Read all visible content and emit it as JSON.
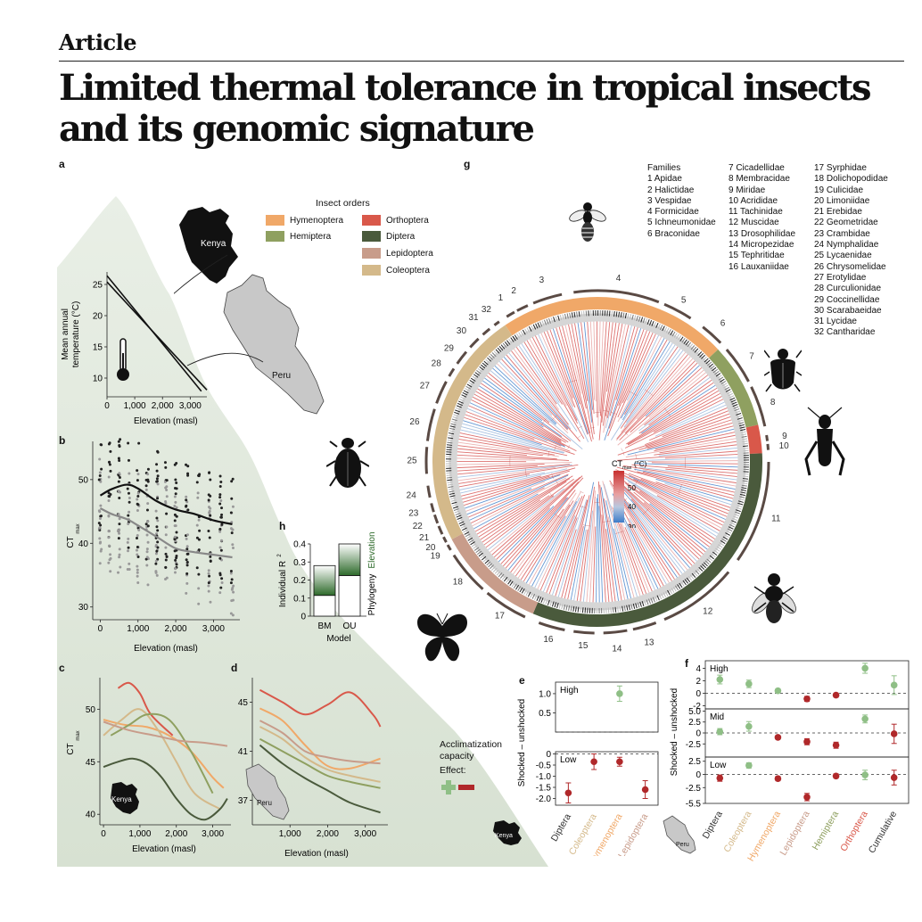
{
  "header": {
    "kicker": "Article",
    "title": "Limited thermal tolerance in tropical insects and its genomic signature"
  },
  "panels": {
    "a": "a",
    "b": "b",
    "c": "c",
    "d": "d",
    "e": "e",
    "f": "f",
    "g": "g",
    "h": "h"
  },
  "maps": {
    "kenya": "Kenya",
    "peru": "Peru"
  },
  "insect_orders": {
    "title": "Insect orders",
    "items": [
      {
        "name": "Hymenoptera",
        "color": "#f0a868"
      },
      {
        "name": "Hemiptera",
        "color": "#8fa060"
      },
      {
        "name": "Orthoptera",
        "color": "#d9584a"
      },
      {
        "name": "Diptera",
        "color": "#4a5a3c"
      },
      {
        "name": "Lepidoptera",
        "color": "#c89c8a"
      },
      {
        "name": "Coleoptera",
        "color": "#d4b98a"
      }
    ]
  },
  "families": {
    "title": "Families",
    "items": [
      "1 Apidae",
      "2 Halictidae",
      "3 Vespidae",
      "4 Formicidae",
      "5 Ichneumonidae",
      "6 Braconidae",
      "7 Cicadellidae",
      "8 Membracidae",
      "9 Miridae",
      "10 Acrididae",
      "11 Tachinidae",
      "12 Muscidae",
      "13 Drosophilidae",
      "14 Micropezidae",
      "15 Tephritidae",
      "16 Lauxaniidae",
      "17 Syrphidae",
      "18 Dolichopodidae",
      "19 Culicidae",
      "20 Limoniidae",
      "21 Erebidae",
      "22 Geometridae",
      "23 Crambidae",
      "24 Nymphalidae",
      "25 Lycaenidae",
      "26 Chrysomelidae",
      "27 Erotylidae",
      "28 Curculionidae",
      "29 Coccinellidae",
      "30 Scarabaeidae",
      "31 Lycidae",
      "32 Cantharidae"
    ]
  },
  "tree": {
    "ct_legend_title": "CT",
    "ct_legend_sub": "max",
    "ct_legend_unit": "(°C)",
    "ct_ticks": [
      "50",
      "40",
      "30"
    ],
    "ring_numbers": [
      "1",
      "2",
      "3",
      "4",
      "5",
      "6",
      "7",
      "8",
      "9",
      "10",
      "11",
      "12",
      "13",
      "14",
      "15",
      "16",
      "17",
      "18",
      "19",
      "20",
      "21",
      "22",
      "23",
      "24",
      "25",
      "26",
      "27",
      "28",
      "29",
      "30",
      "31",
      "32"
    ]
  },
  "acclimatization": {
    "line1": "Acclimatization",
    "line2": "capacity",
    "line3": "Effect:"
  },
  "chart_data": [
    {
      "id": "a",
      "type": "line",
      "xlabel": "Elevation (masl)",
      "ylabel": "Mean annual temperature (°C)",
      "xlim": [
        0,
        3600
      ],
      "ylim": [
        7,
        27
      ],
      "xticks": [
        "0",
        "1,000",
        "2,000",
        "3,000"
      ],
      "yticks": [
        "25",
        "20",
        "15",
        "10"
      ],
      "series": [
        {
          "name": "Kenya",
          "x": [
            0,
            3400
          ],
          "y": [
            26.4,
            7.9
          ]
        },
        {
          "name": "Peru",
          "x": [
            0,
            3600
          ],
          "y": [
            25.4,
            8.1
          ]
        }
      ]
    },
    {
      "id": "b",
      "type": "scatter",
      "xlabel": "Elevation (masl)",
      "ylabel": "CT",
      "ylabel_sub": "max",
      "xlim": [
        -200,
        3700
      ],
      "ylim": [
        28,
        56
      ],
      "xticks": [
        "0",
        "1,000",
        "2,000",
        "3,000"
      ],
      "yticks": [
        "50",
        "40",
        "30"
      ],
      "fits": [
        {
          "name": "Kenya",
          "x": [
            0,
            300,
            700,
            1000,
            1500,
            2000,
            2500,
            3000,
            3500
          ],
          "y": [
            47.5,
            48.5,
            49.2,
            48.6,
            46.6,
            45.3,
            44.6,
            43.6,
            43.0
          ]
        },
        {
          "name": "Peru",
          "x": [
            0,
            300,
            700,
            1000,
            1500,
            2000,
            2500,
            3000,
            3500
          ],
          "y": [
            45.5,
            44.6,
            43.8,
            42.8,
            41.0,
            39.2,
            38.6,
            38.2,
            37.8
          ]
        }
      ]
    },
    {
      "id": "c",
      "type": "line",
      "xlabel": "Elevation (masl)",
      "ylabel": "CT",
      "ylabel_sub": "max",
      "xlim": [
        -100,
        3500
      ],
      "ylim": [
        39,
        53
      ],
      "xticks": [
        "0",
        "1,000",
        "2,000",
        "3,000"
      ],
      "yticks": [
        "50",
        "45",
        "40"
      ],
      "series": [
        {
          "name": "Orthoptera",
          "x": [
            400,
            700,
            1000,
            1300,
            1900
          ],
          "y": [
            52.0,
            52.5,
            51.5,
            49.5,
            47.5
          ]
        },
        {
          "name": "Hymenoptera",
          "x": [
            0,
            600,
            1200,
            1800,
            2400,
            3000,
            3300
          ],
          "y": [
            49.0,
            48.5,
            48.3,
            47.5,
            46.0,
            43.5,
            42.5
          ]
        },
        {
          "name": "Coleoptera",
          "x": [
            0,
            500,
            1000,
            1500,
            2000,
            2500,
            3200
          ],
          "y": [
            47.5,
            49.0,
            50.0,
            48.0,
            45.0,
            42.0,
            40.5
          ]
        },
        {
          "name": "Hemiptera",
          "x": [
            200,
            700,
            1200,
            1800,
            2400,
            3000
          ],
          "y": [
            47.5,
            48.5,
            49.5,
            49.0,
            46.0,
            42.0
          ]
        },
        {
          "name": "Lepidoptera",
          "x": [
            0,
            700,
            1400,
            2100,
            2800,
            3400
          ],
          "y": [
            48.8,
            48.0,
            47.5,
            47.0,
            46.8,
            46.5
          ]
        },
        {
          "name": "Diptera",
          "x": [
            0,
            400,
            800,
            1200,
            1600,
            2000,
            2400,
            2800,
            3200,
            3400
          ],
          "y": [
            44.5,
            45.0,
            45.3,
            44.8,
            43.5,
            41.5,
            40.0,
            39.5,
            40.5,
            41.5
          ]
        }
      ]
    },
    {
      "id": "d",
      "type": "line",
      "xlabel": "Elevation (masl)",
      "ylabel": "",
      "xlim": [
        0,
        3600
      ],
      "ylim": [
        35,
        47
      ],
      "xticks": [
        "1,000",
        "2,000",
        "3,000"
      ],
      "yticks": [
        "45",
        "41",
        "37"
      ],
      "series": [
        {
          "name": "Orthoptera",
          "x": [
            200,
            800,
            1400,
            2000,
            2600,
            3200,
            3400
          ],
          "y": [
            46.0,
            45.0,
            44.0,
            44.8,
            45.8,
            44.0,
            43.0
          ]
        },
        {
          "name": "Hymenoptera",
          "x": [
            200,
            800,
            1400,
            2000,
            2600,
            3400
          ],
          "y": [
            44.5,
            43.5,
            41.5,
            39.8,
            39.6,
            40.4
          ]
        },
        {
          "name": "Lepidoptera",
          "x": [
            200,
            800,
            1400,
            2000,
            2600,
            3400
          ],
          "y": [
            43.5,
            42.5,
            41.0,
            40.5,
            40.2,
            40.0
          ]
        },
        {
          "name": "Coleoptera",
          "x": [
            200,
            800,
            1400,
            2000,
            2600,
            3400
          ],
          "y": [
            43.0,
            42.0,
            40.5,
            39.5,
            39.0,
            38.5
          ]
        },
        {
          "name": "Hemiptera",
          "x": [
            200,
            800,
            1400,
            2000,
            2600,
            3400
          ],
          "y": [
            42.0,
            41.0,
            40.0,
            39.0,
            38.5,
            38.0
          ]
        },
        {
          "name": "Diptera",
          "x": [
            200,
            800,
            1400,
            2000,
            2600,
            3400
          ],
          "y": [
            41.5,
            40.0,
            38.8,
            37.8,
            36.8,
            36.0
          ]
        }
      ]
    },
    {
      "id": "e",
      "type": "scatter",
      "ylabel": "Shocked – unshocked",
      "categories": [
        "Diptera",
        "Coleoptera",
        "Hymenoptera",
        "Lepidoptera"
      ],
      "category_colors": [
        "#333333",
        "#d4b98a",
        "#f0a868",
        "#c89c8a"
      ],
      "groups": [
        {
          "name": "High",
          "ylim": [
            0,
            1.3
          ],
          "yticks": [
            "1.0",
            "0.5"
          ],
          "values": [
            null,
            null,
            1.0,
            null
          ],
          "lo": [
            null,
            null,
            0.8,
            null
          ],
          "hi": [
            null,
            null,
            1.2,
            null
          ],
          "effect": [
            null,
            null,
            "positive",
            null
          ]
        },
        {
          "name": "Low",
          "ylim": [
            -2.3,
            0.1
          ],
          "yticks": [
            "0",
            "-0.5",
            "-1.0",
            "-1.5",
            "-2.0"
          ],
          "values": [
            -1.75,
            -0.35,
            -0.35,
            -1.6
          ],
          "lo": [
            -2.2,
            -0.7,
            -0.55,
            -2.0
          ],
          "hi": [
            -1.3,
            0.0,
            -0.15,
            -1.2
          ],
          "effect": [
            "negative",
            "negative",
            "negative",
            "negative"
          ]
        }
      ]
    },
    {
      "id": "f",
      "type": "scatter",
      "ylabel": "Shocked – unshocked",
      "categories": [
        "Diptera",
        "Coleoptera",
        "Hymenoptera",
        "Lepidoptera",
        "Hemiptera",
        "Orthoptera",
        "Cumulative"
      ],
      "category_colors": [
        "#333333",
        "#d4b98a",
        "#f0a868",
        "#c89c8a",
        "#8fa060",
        "#d9584a",
        "#333333"
      ],
      "groups": [
        {
          "name": "High",
          "ylim": [
            -2.5,
            5.2
          ],
          "yticks": [
            "4",
            "2",
            "0",
            "-2"
          ],
          "values": [
            2.2,
            1.5,
            0.4,
            -0.9,
            -0.3,
            4.0,
            1.3
          ],
          "lo": [
            1.5,
            0.9,
            0.1,
            -1.3,
            -0.6,
            3.2,
            -0.2
          ],
          "hi": [
            2.9,
            2.1,
            0.7,
            -0.5,
            0.0,
            4.8,
            2.8
          ],
          "effect": [
            "positive",
            "positive",
            "positive",
            "negative",
            "negative",
            "positive",
            "positive"
          ]
        },
        {
          "name": "Mid",
          "ylim": [
            -5.5,
            5.5
          ],
          "yticks": [
            "5.0",
            "2.5",
            "0",
            "-2.5"
          ],
          "values": [
            0.3,
            1.5,
            -1.0,
            -2.0,
            -2.8,
            3.2,
            -0.2
          ],
          "lo": [
            -0.4,
            0.4,
            -1.4,
            -2.7,
            -3.5,
            2.3,
            -2.4
          ],
          "hi": [
            1.0,
            2.6,
            -0.6,
            -1.3,
            -2.1,
            4.1,
            2.0
          ],
          "effect": [
            "positive",
            "positive",
            "negative",
            "negative",
            "negative",
            "positive",
            "negative"
          ]
        },
        {
          "name": "Low",
          "ylim": [
            -5.5,
            3.3
          ],
          "yticks": [
            "2.5",
            "0",
            "-2.5",
            "-5.5"
          ],
          "values": [
            -0.7,
            1.7,
            -0.8,
            -4.3,
            -0.3,
            -0.1,
            -0.6
          ],
          "lo": [
            -1.3,
            1.2,
            -1.2,
            -5.0,
            -0.7,
            -1.0,
            -2.0
          ],
          "hi": [
            -0.1,
            2.2,
            -0.4,
            -3.6,
            0.1,
            0.8,
            0.8
          ],
          "effect": [
            "negative",
            "positive",
            "negative",
            "negative",
            "negative",
            "positive",
            "negative"
          ]
        }
      ]
    },
    {
      "id": "h",
      "type": "bar",
      "categories": [
        "BM",
        "OU"
      ],
      "series": [
        {
          "name": "Phylogeny",
          "values": [
            0.115,
            0.225
          ]
        },
        {
          "name": "Elevation",
          "values": [
            0.165,
            0.175
          ]
        }
      ],
      "ylim": [
        0,
        0.4
      ],
      "yticks": [
        "0.4",
        "0.3",
        "0.2",
        "0.1",
        "0"
      ],
      "xlabel": "Model",
      "ylabel": "Individual R",
      "ylabel_sup": "2"
    }
  ]
}
